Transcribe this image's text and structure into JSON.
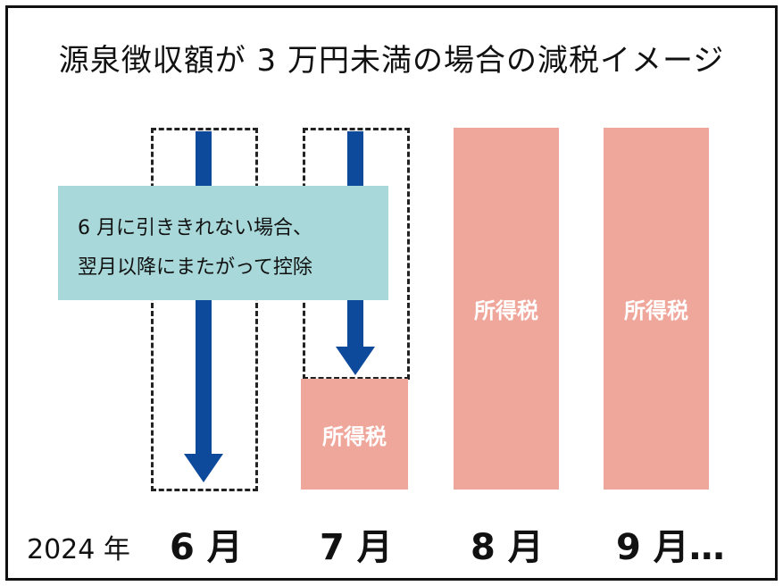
{
  "title": "源泉徴収額が 3 万円未満の場合の減税イメージ",
  "callout": {
    "line1": "6 月に引ききれない場合、",
    "line2": "翌月以降にまたがって控除"
  },
  "tax_label": "所得税",
  "year_label": "2024 年",
  "months": [
    "6 月",
    "7 月",
    "8 月",
    "9 月…"
  ],
  "colors": {
    "arrow": "#0d4a9c",
    "tax_block": "#f0a79b",
    "callout_bg": "#a8d8d9"
  }
}
